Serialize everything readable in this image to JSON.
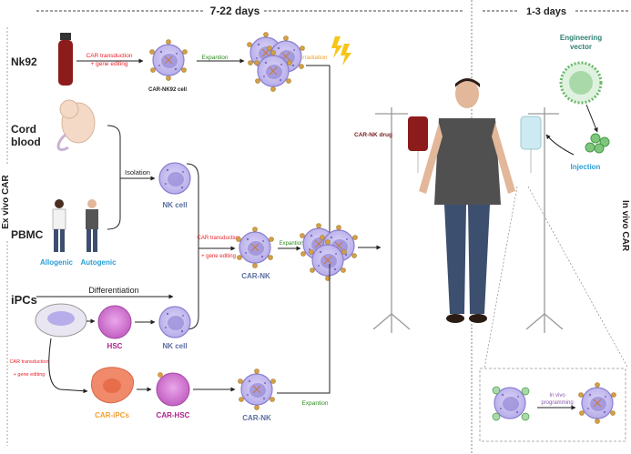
{
  "header": {
    "left_span": "7-22 days",
    "right_span": "1-3 days"
  },
  "side_labels": {
    "left": "Ex vivo CAR",
    "right": "In vivo CAR"
  },
  "sources": {
    "nk92": "Nk92",
    "cord_blood": "Cord blood",
    "pbmc": "PBMC",
    "ipcs": "iPCs",
    "allogenic": "Allogenic",
    "autogenic": "Autogenic"
  },
  "steps": {
    "car_transduction": "CAR transduction",
    "gene_editing": "+ gene editing",
    "expantion": "Expantion",
    "irradiation": "Irradiation",
    "isolation": "Isolation",
    "differentiation": "Differentiation"
  },
  "cells": {
    "car_nk92": "CAR-NK92 cell",
    "nk_cell": "NK cell",
    "car_nk": "CAR-NK",
    "hsc": "HSC",
    "car_ipcs": "CAR-iPCs",
    "car_hsc": "CAR-HSC"
  },
  "right_panel": {
    "car_nk_drug": "CAR-NK drug",
    "engineering_vector": "Engineering vector",
    "injection": "Injection",
    "in_vivo_programming": "In vivo programming"
  },
  "colors": {
    "arrow": "#222222",
    "red_label": "#e8202a",
    "green_label": "#2e8b1f",
    "orange_label": "#f0a030",
    "blue_label": "#2a9fd6",
    "teal_label": "#2f7f73",
    "purple_label": "#b0208a",
    "cell_label": "#5a6ea0",
    "nk_cell_fill": "#c9c0ef",
    "nk_cell_stroke": "#8a7fcf",
    "hsc_fill": "#d67ad6",
    "ipc_fill": "#f08a6a"
  }
}
